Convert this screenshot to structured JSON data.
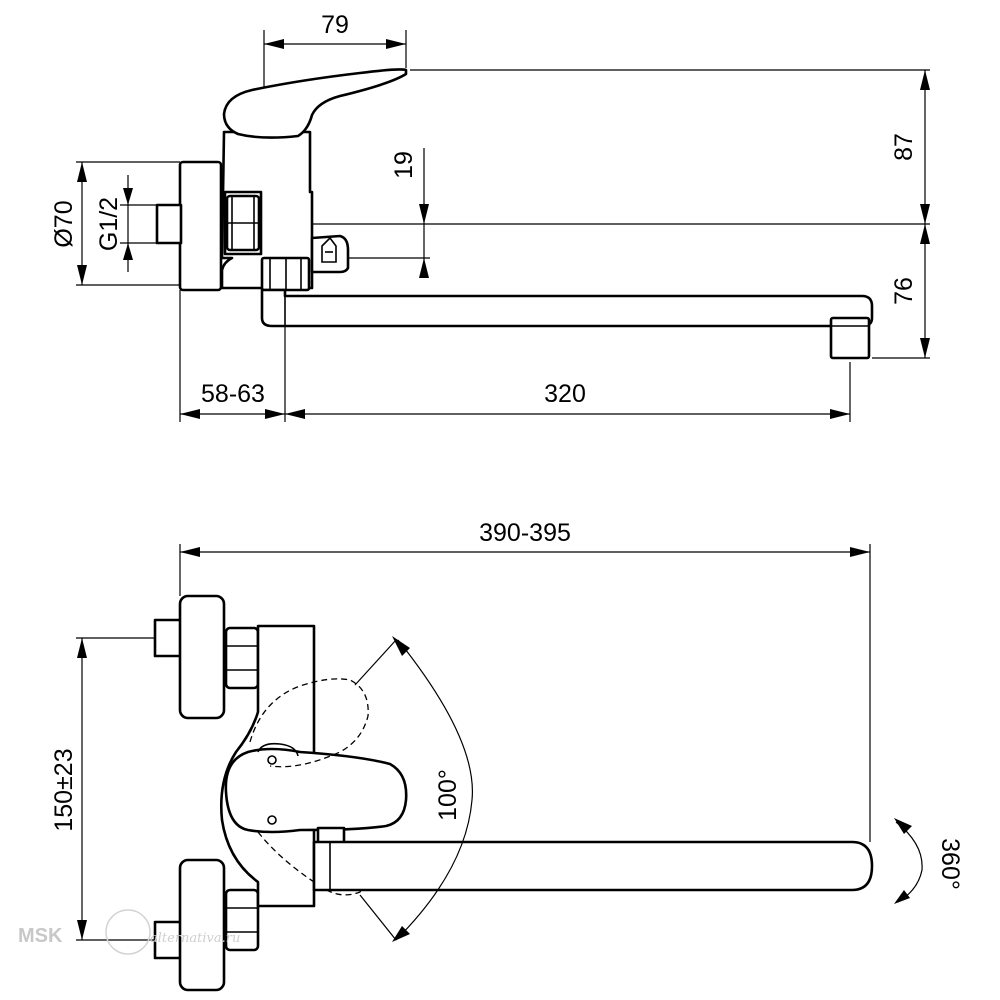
{
  "dimensions": {
    "top_width": "79",
    "lever_height": "87",
    "connector_offset": "19",
    "spout_drop": "76",
    "flange_diameter": "Ø70",
    "thread": "G1/2",
    "wall_offset": "58-63",
    "spout_reach": "320",
    "total_length": "390-395",
    "center_distance": "150±23",
    "lever_angle": "100°",
    "spout_rotation": "360°"
  },
  "watermark": {
    "brand": "MSK",
    "site": "alternativa.ru"
  },
  "colors": {
    "line": "#000000",
    "background": "#ffffff",
    "watermark": "#c8c8c8"
  }
}
